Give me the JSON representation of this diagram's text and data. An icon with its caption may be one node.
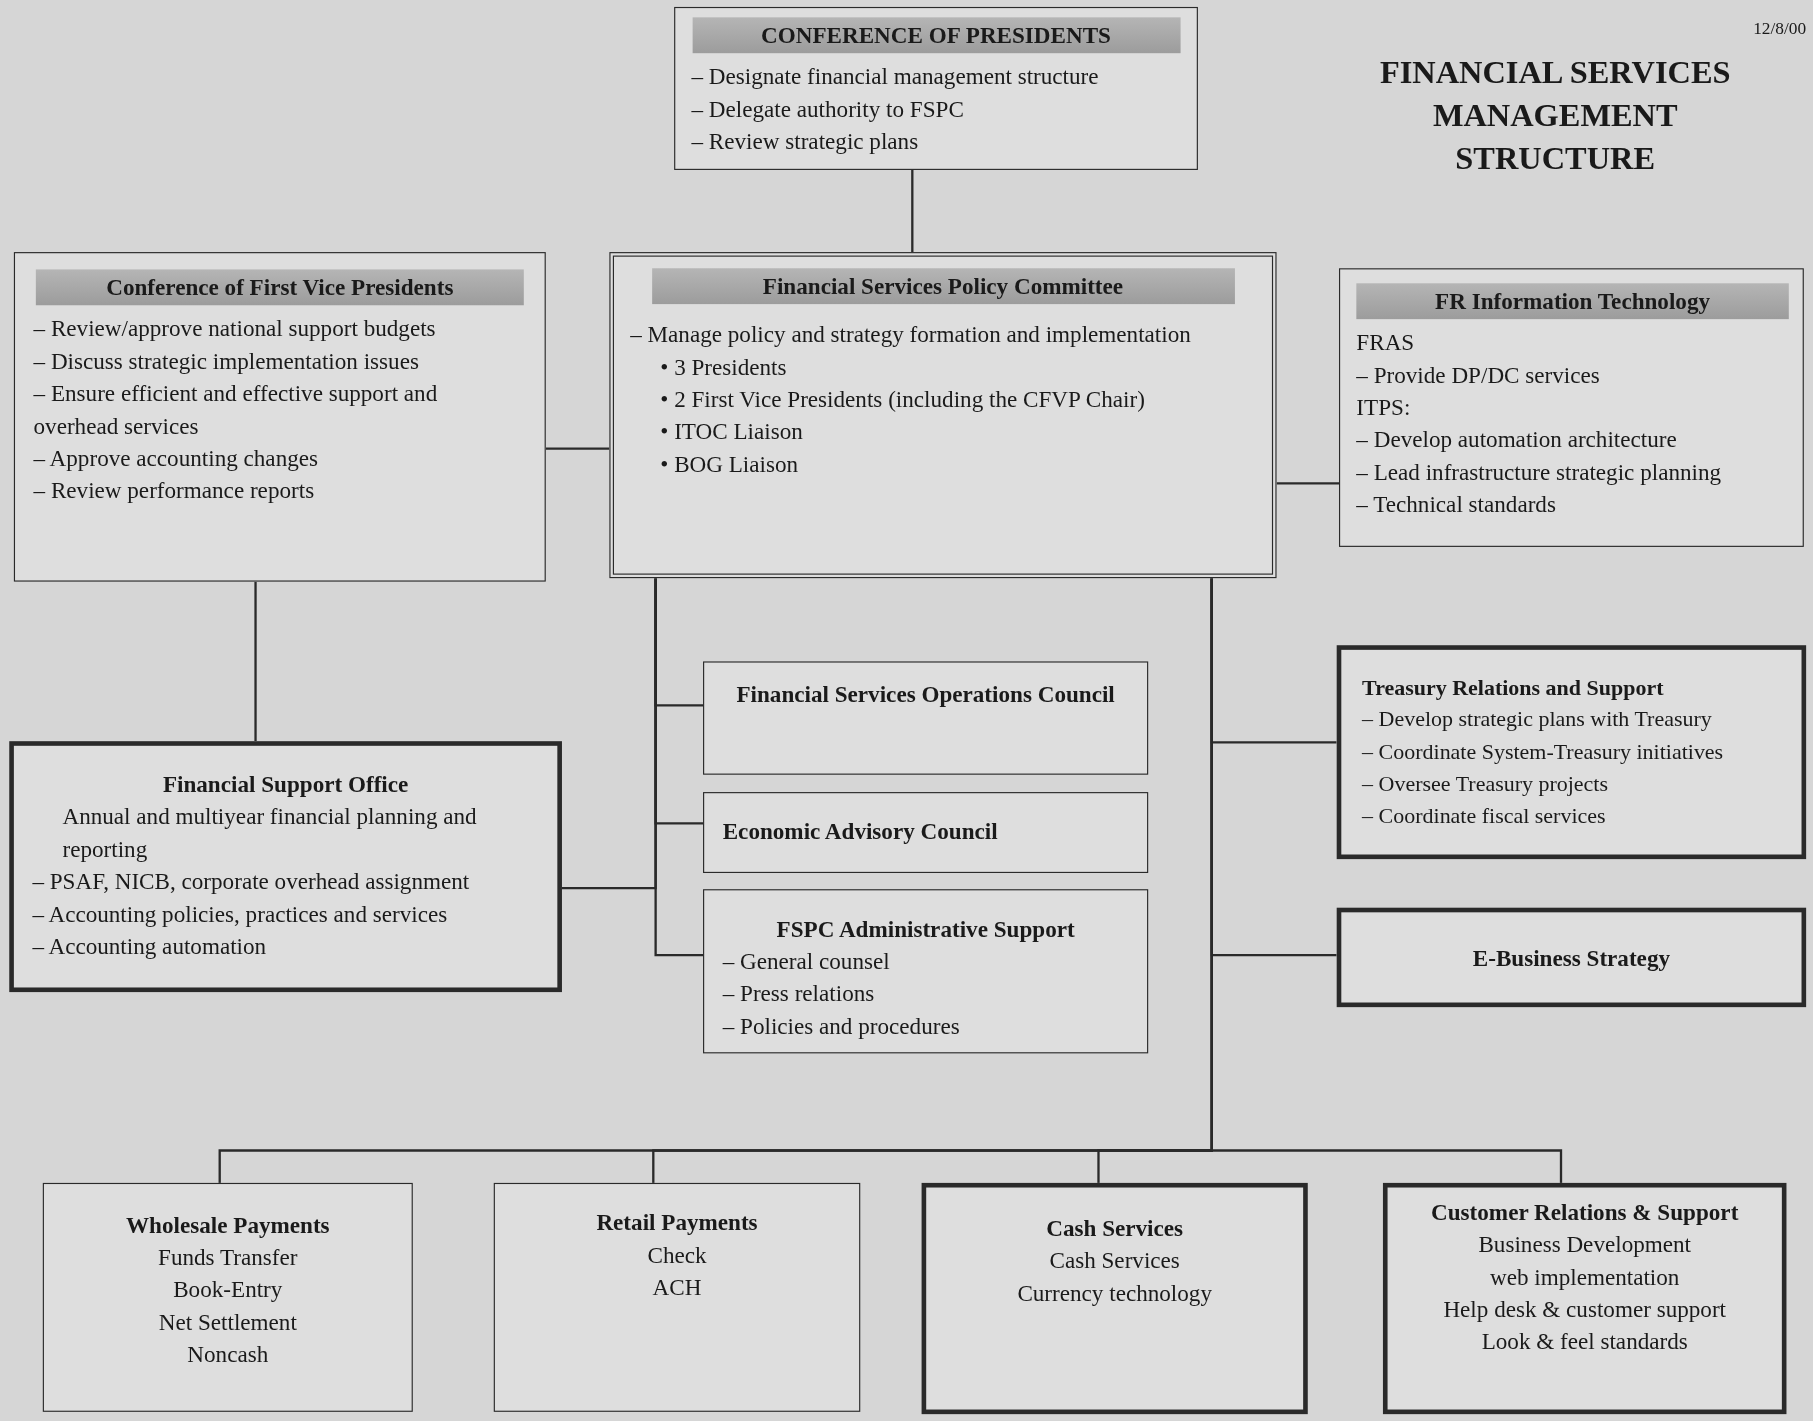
{
  "diagram": {
    "title": "FINANCIAL SERVICES MANAGEMENT STRUCTURE",
    "nodes": [
      {
        "text": [
          "CONFERENCE OF PRESIDENTS",
          "– Designate financial management structure",
          "– Delegate authority to FSPC",
          "– Review strategic plans"
        ]
      },
      {
        "text": [
          "Conference of First Vice Presidents",
          "– Review/approve national support budgets",
          "– Discuss strategic implementation issues",
          "– Ensure efficient and effective support and overhead services",
          "– Approve accounting changes",
          "– Review performance reports"
        ]
      },
      {
        "text": [
          "Financial Services Policy Committee",
          "– Manage policy and strategy formation and implementation",
          "• 3 Presidents",
          "• 2 First Vice Presidents (including the CFVP Chair)",
          "• ITOC Liaison",
          "• BOG Liaison"
        ]
      },
      {
        "text": [
          "FR Information Technology",
          "FRAS",
          "– Provide DP/DC services",
          "ITPS:",
          "– Develop automation architecture",
          "– Lead infrastructure strategic planning",
          "– Technical standards"
        ]
      },
      {
        "text": [
          "Financial Support Office",
          "Annual and multiyear financial planning and reporting",
          "– PSAF, NICB, corporate overhead assignment",
          "– Accounting policies, practices and services",
          "– Accounting automation"
        ]
      },
      {
        "text": [
          "Financial Services Operations Council"
        ]
      },
      {
        "text": [
          "Economic Advisory Council"
        ]
      },
      {
        "text": [
          "FSPC Administrative Support",
          "– General counsel",
          "– Press relations",
          "– Policies and procedures"
        ]
      },
      {
        "text": [
          "Treasury Relations and Support",
          "– Develop strategic plans with Treasury",
          "– Coordinate System-Treasury initiatives",
          "– Oversee Treasury projects",
          "– Coordinate fiscal services"
        ]
      },
      {
        "text": [
          "E-Business Strategy"
        ]
      },
      {
        "text": [
          "Wholesale Payments",
          "Funds Transfer",
          "Book-Entry",
          "Net Settlement",
          "Noncash"
        ]
      },
      {
        "text": [
          "Retail Payments",
          "Check",
          "ACH"
        ]
      },
      {
        "text": [
          "Cash Services",
          "Cash Services",
          "Currency technology"
        ]
      },
      {
        "text": [
          "Customer Relations & Support",
          "Business Development",
          "web implementation",
          "Help desk & customer support",
          "Look & feel standards"
        ]
      }
    ],
    "edges": [
      {
        "from": 0,
        "to": 2,
        "arrow": "none"
      },
      {
        "from": 1,
        "to": 2,
        "arrow": "none"
      },
      {
        "from": 2,
        "to": 3,
        "arrow": "none"
      },
      {
        "from": 1,
        "to": 4,
        "arrow": "none"
      },
      {
        "from": 2,
        "to": 4,
        "arrow": "none"
      },
      {
        "from": 2,
        "to": 5,
        "arrow": "none"
      },
      {
        "from": 2,
        "to": 6,
        "arrow": "none"
      },
      {
        "from": 2,
        "to": 7,
        "arrow": "none"
      },
      {
        "from": 2,
        "to": 8,
        "arrow": "none"
      },
      {
        "from": 2,
        "to": 9,
        "arrow": "none"
      },
      {
        "from": 2,
        "to": 10,
        "arrow": "none"
      },
      {
        "from": 2,
        "to": 11,
        "arrow": "none"
      },
      {
        "from": 2,
        "to": 12,
        "arrow": "none"
      },
      {
        "from": 2,
        "to": 13,
        "arrow": "none"
      }
    ],
    "labels": [
      "12/8/00"
    ]
  }
}
